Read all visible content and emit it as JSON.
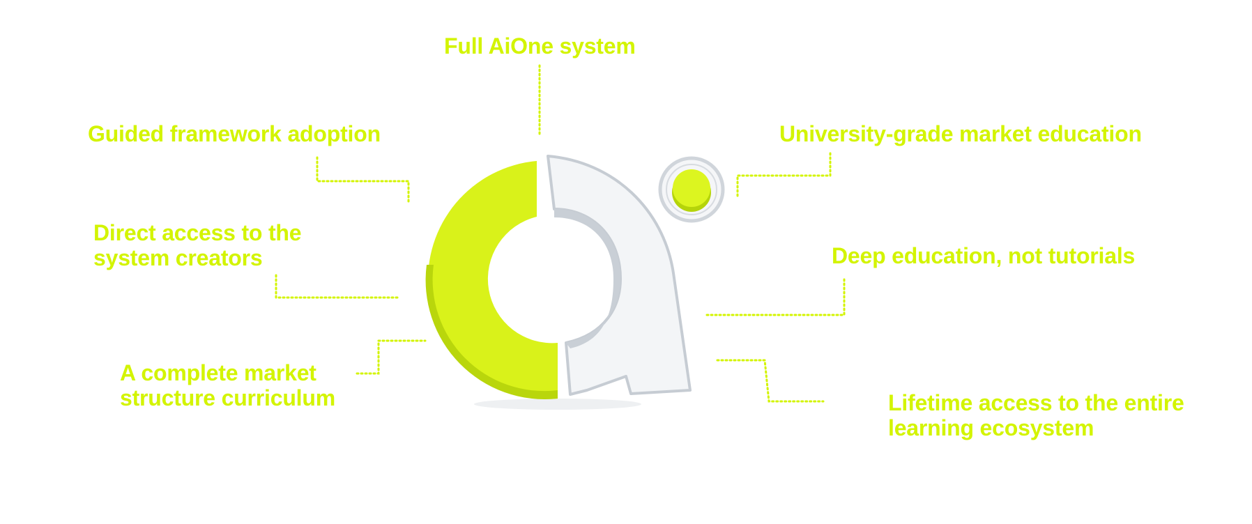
{
  "colors": {
    "accent": "#d3f400",
    "accent_dark": "#b5d40a",
    "logo_white": "#f3f5f7",
    "logo_edge": "#c6ccd3"
  },
  "labels": {
    "full_system": "Full AiOne system",
    "guided": "Guided framework adoption",
    "university": "University-grade market education",
    "direct_line1": "Direct access to the",
    "direct_line2": "system creators",
    "deep": "Deep education, not tutorials",
    "curriculum_line1": "A complete market",
    "curriculum_line2": "structure curriculum",
    "lifetime_line1": "Lifetime access to the entire",
    "lifetime_line2": "learning ecosystem"
  }
}
